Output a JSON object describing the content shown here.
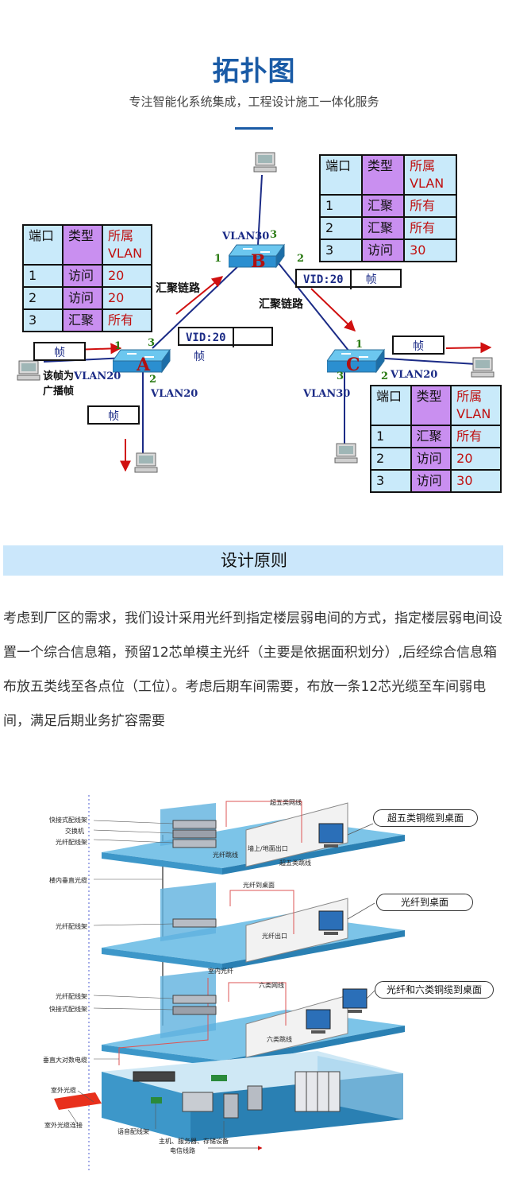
{
  "header": {
    "title": "拓扑图",
    "subtitle": "专注智能化系统集成，工程设计施工一体化服务"
  },
  "topology": {
    "tables": {
      "a": {
        "headers": [
          "端口",
          "类型",
          "所属\nVLAN"
        ],
        "rows": [
          [
            "1",
            "访问",
            "20"
          ],
          [
            "2",
            "访问",
            "20"
          ],
          [
            "3",
            "汇聚",
            "所有"
          ]
        ]
      },
      "b": {
        "headers": [
          "端口",
          "类型",
          "所属\nVLAN"
        ],
        "rows": [
          [
            "1",
            "汇聚",
            "所有"
          ],
          [
            "2",
            "汇聚",
            "所有"
          ],
          [
            "3",
            "访问",
            "30"
          ]
        ]
      },
      "c": {
        "headers": [
          "端口",
          "类型",
          "所属\nVLAN"
        ],
        "rows": [
          [
            "1",
            "汇聚",
            "所有"
          ],
          [
            "2",
            "访问",
            "20"
          ],
          [
            "3",
            "访问",
            "30"
          ]
        ]
      }
    },
    "switches": {
      "a": "A",
      "b": "B",
      "c": "C"
    },
    "link_label_left": "汇聚链路",
    "link_label_right": "汇聚链路",
    "frame_label": "帧",
    "vid_tag": "VID:20",
    "broadcast_note_line1": "该帧为",
    "broadcast_note_vlan": "VLAN20",
    "broadcast_note_line2": "广播帧",
    "vlan_labels": {
      "b_port3": "VLAN30",
      "a_port2": "VLAN20",
      "c_port2": "VLAN20",
      "c_port3": "VLAN30"
    },
    "ports": [
      "1",
      "2",
      "3"
    ]
  },
  "section": {
    "title": "设计原则",
    "body": "考虑到厂区的需求，我们设计采用光纤到指定楼层弱电间的方式，指定楼层弱电间设置一个综合信息箱，预留12芯单模主光纤（主要是依据面积划分）,后经综合信息箱布放五类线至各点位（工位）。考虑后期车间需要，布放一条12芯光缆至车间弱电间，满足后期业务扩容需要"
  },
  "building": {
    "left_labels": [
      "快接式配线架",
      "交换机",
      "光纤配线架",
      "楼内垂直光缆",
      "光纤配线架",
      "光纤配线架",
      "快接式配线架",
      "垂直大对数电缆",
      "室外光缆",
      "室外光缆连接"
    ],
    "inner_labels": [
      "超五类网线",
      "光纤跳线",
      "墙上/地面出口",
      "超五类跳线",
      "光纤到桌面",
      "光纤出口",
      "室内光纤",
      "六类网线",
      "六类跳线",
      "语音配线架",
      "主机、服务器、存储设备",
      "电信线路"
    ],
    "callouts": [
      "超五类铜缆到桌面",
      "光纤到桌面",
      "光纤和六类铜缆到桌面"
    ]
  },
  "colors": {
    "title_blue": "#1a5ba6",
    "banner_blue": "#cbe7fb",
    "table_col_blue": "#c9eafa",
    "table_col_purple": "#c98ff0",
    "vlan_red": "#c01010",
    "arrow_red": "#d01010"
  }
}
